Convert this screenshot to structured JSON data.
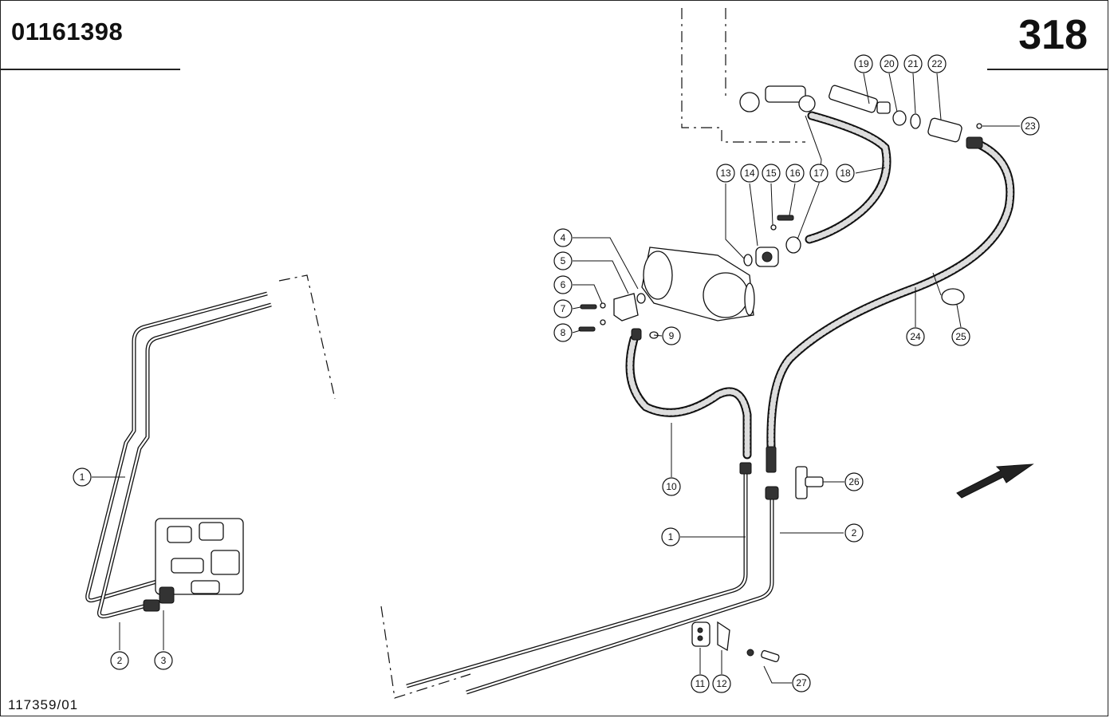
{
  "header": {
    "doc_number": "01161398",
    "page_number": "318"
  },
  "footer": {
    "ref_code": "117359/01"
  },
  "callouts": [
    "1",
    "1",
    "2",
    "2",
    "3",
    "4",
    "5",
    "6",
    "7",
    "8",
    "9",
    "10",
    "11",
    "12",
    "13",
    "14",
    "15",
    "16",
    "17",
    "18",
    "19",
    "20",
    "21",
    "22",
    "23",
    "24",
    "25",
    "26",
    "27"
  ]
}
